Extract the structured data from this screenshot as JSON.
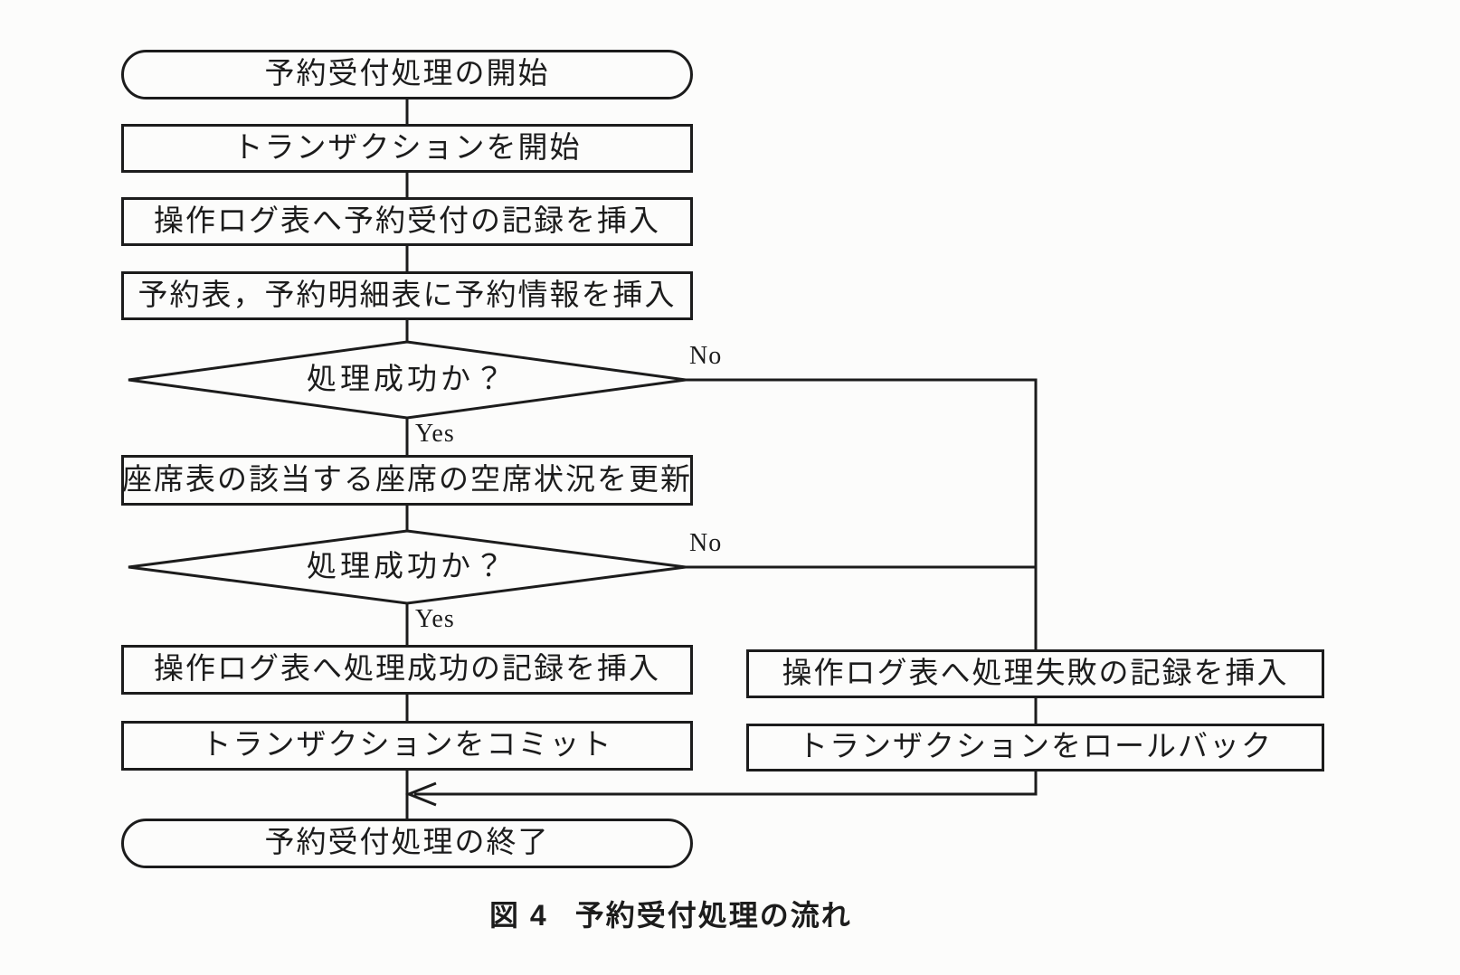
{
  "figure": {
    "label": "図 4",
    "title": "予約受付処理の流れ"
  },
  "flowchart": {
    "nodes": {
      "start": "予約受付処理の開始",
      "begin_transaction": "トランザクションを開始",
      "insert_accept_log": "操作ログ表へ予約受付の記録を挿入",
      "insert_reservation": "予約表，予約明細表に予約情報を挿入",
      "check_success_1": "処理成功か？",
      "update_seats": "座席表の該当する座席の空席状況を更新",
      "check_success_2": "処理成功か？",
      "insert_success_log": "操作ログ表へ処理成功の記録を挿入",
      "commit": "トランザクションをコミット",
      "insert_failure_log": "操作ログ表へ処理失敗の記録を挿入",
      "rollback": "トランザクションをロールバック",
      "end": "予約受付処理の終了"
    },
    "labels": {
      "yes_1": "Yes",
      "no_1": "No",
      "yes_2": "Yes",
      "no_2": "No"
    },
    "colors": {
      "ink": "#1c1c1c",
      "paper": "#fcfcfb"
    }
  }
}
